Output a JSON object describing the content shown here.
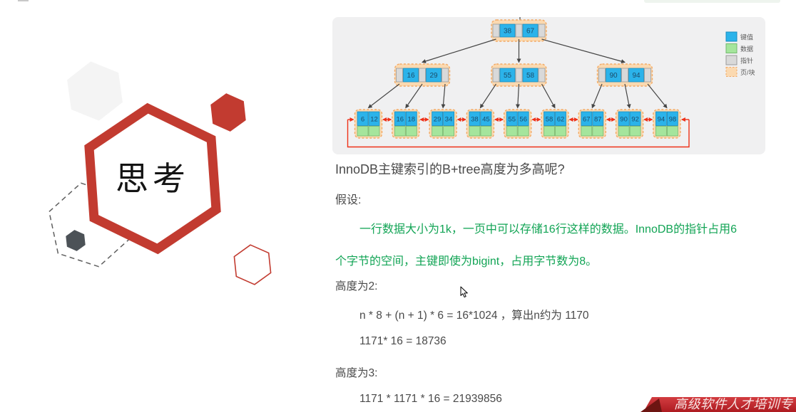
{
  "hexagon": {
    "label": "思考"
  },
  "diagram": {
    "panel_bg": "#f0f0f1",
    "legend": [
      {
        "label": "键值",
        "color": "#2bb3ea",
        "border": "#1a8dc0",
        "style": "solid"
      },
      {
        "label": "数据",
        "color": "#a5e59c",
        "border": "#74b96f",
        "style": "solid"
      },
      {
        "label": "指针",
        "color": "#d9d9d9",
        "border": "#9a9a9a",
        "style": "solid"
      },
      {
        "label": "页/块",
        "color": "#fbd9b0",
        "border": "#f2a965",
        "style": "dashed"
      }
    ],
    "root": [
      "38",
      "67"
    ],
    "internal": [
      [
        "16",
        "29"
      ],
      [
        "55",
        "58"
      ],
      [
        "90",
        "94"
      ]
    ],
    "leaves": [
      [
        "6",
        "12"
      ],
      [
        "16",
        "18"
      ],
      [
        "29",
        "34"
      ],
      [
        "38",
        "45"
      ],
      [
        "55",
        "56"
      ],
      [
        "58",
        "62"
      ],
      [
        "67",
        "87"
      ],
      [
        "90",
        "92"
      ],
      [
        "94",
        "98"
      ]
    ]
  },
  "content": {
    "title": "InnoDB主键索引的B+tree高度为多高呢?",
    "assumption_label": "假设:",
    "assumption_line1": "一行数据大小为1k，一页中可以存储16行这样的数据。InnoDB的指针占用6",
    "assumption_line2": "个字节的空间，主键即使为bigint，占用字节数为8。",
    "height2_label": "高度为2:",
    "height2_formula1": "n * 8 + (n + 1) * 6 = 16*1024 ，算出n约为 1170",
    "height2_formula2": "1171* 16 = 18736",
    "height3_label": "高度为3:",
    "height3_formula1": "1171 * 1171 * 16 = 21939856"
  },
  "banner": {
    "text": "高级软件人才培训专"
  },
  "colors": {
    "key_blue": "#2bb3ea",
    "key_blue_border": "#1a8dc0",
    "data_green": "#a5e59c",
    "data_green_border": "#74b96f",
    "pointer_gray": "#d9d9d9",
    "pointer_gray_border": "#9a9a9a",
    "page_fill": "#fbd9b0",
    "page_border": "#f2a965",
    "link_red": "#ee3018",
    "edge_dark": "#454545",
    "cell_text": "#1c4d6b",
    "hex_red": "#c23b30",
    "hex_dark": "#4c5257",
    "hex_light": "#f4f4f4",
    "dash_gray": "#5f5f5f",
    "text_green": "#12a455",
    "text_gray": "#4a4a4a",
    "banner_top": "#d33d41",
    "banner_bottom": "#ad1b21",
    "banner_fold": "#6d1512",
    "banner_text_color": "#f7e3e2",
    "legend_label_color": "#5a5a5a"
  }
}
